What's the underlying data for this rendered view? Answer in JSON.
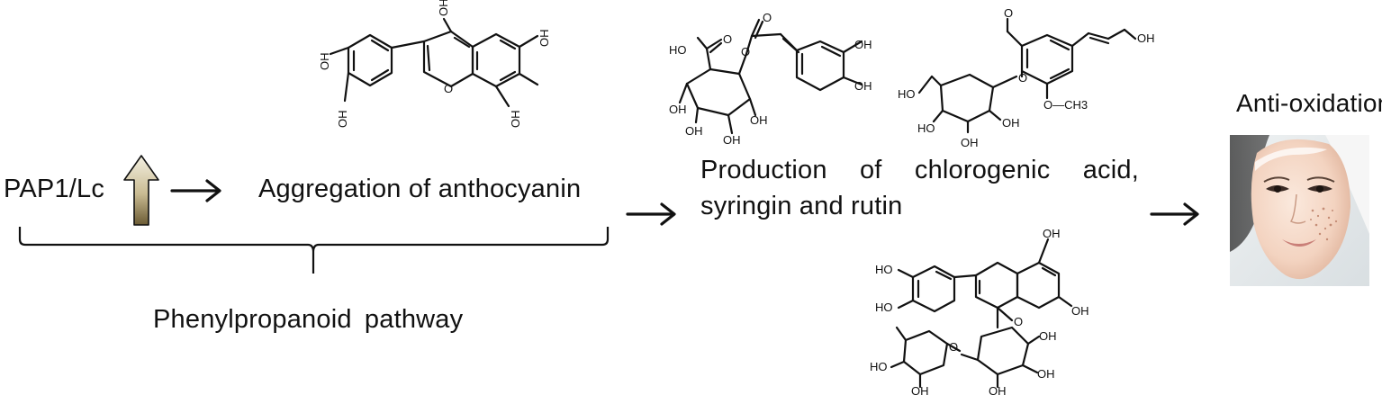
{
  "labels": {
    "pap1": "PAP1/Lc",
    "aggregation": "Aggregation of anthocyanin",
    "production_line1": [
      "Production",
      "of",
      "chlorogenic",
      "acid,"
    ],
    "production_line2": "syringin and rutin",
    "anti_oxidation": "Anti-oxidation",
    "pathway": "Phenylpropanoid pathway"
  },
  "molecule_labels": {
    "hydroxyl": "OH",
    "hydroxyl_acid": "HO",
    "carbonyl_oxygen": "O",
    "methoxy": "O—CH3",
    "ring_oxygen": "O"
  },
  "colors": {
    "text": "#111111",
    "up_arrow_top": "#f4f0e2",
    "up_arrow_bottom": "#6b5b34"
  },
  "icons": {
    "up_arrow": "up-arrow-icon",
    "right_arrow": "right-arrow-icon",
    "face": "face-photo"
  }
}
